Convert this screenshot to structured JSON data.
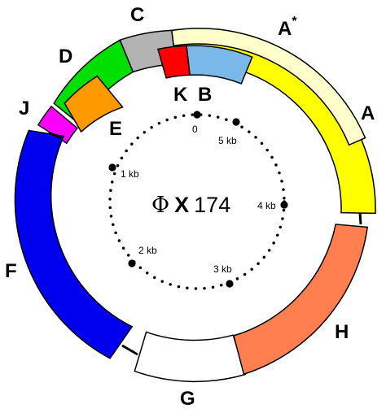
{
  "title": {
    "phi": "Φ",
    "x": "X",
    "number": "174"
  },
  "genes": [
    {
      "id": "A",
      "label": "A",
      "color": "#ffff00"
    },
    {
      "id": "Astar",
      "label": "A",
      "superscript": "*",
      "color": "#ffffcc"
    },
    {
      "id": "B",
      "label": "B",
      "color": "#7ab8ea"
    },
    {
      "id": "C",
      "label": "C",
      "color": "#b3b3b3"
    },
    {
      "id": "D",
      "label": "D",
      "color": "#00e000"
    },
    {
      "id": "E",
      "label": "E",
      "color": "#ff9900"
    },
    {
      "id": "F",
      "label": "F",
      "color": "#0000ee"
    },
    {
      "id": "G",
      "label": "G",
      "color": "#ffffff"
    },
    {
      "id": "H",
      "label": "H",
      "color": "#ff7f50"
    },
    {
      "id": "J",
      "label": "J",
      "color": "#ff00ff"
    },
    {
      "id": "K",
      "label": "K",
      "color": "#ff0000"
    }
  ],
  "scale_ticks": [
    {
      "label": "0"
    },
    {
      "label": "5 kb"
    },
    {
      "label": "4 kb"
    },
    {
      "label": "3 kb"
    },
    {
      "label": "2 kb"
    },
    {
      "label": "1 kb"
    }
  ]
}
